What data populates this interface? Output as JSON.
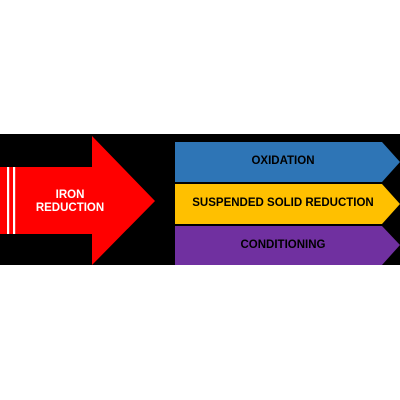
{
  "main_process": {
    "line1": "IRON",
    "line2": "REDUCTION",
    "color": "#ff0000",
    "icon": "right-arrow-icon"
  },
  "steps": [
    {
      "label": "OXIDATION",
      "color": "#2e75b6"
    },
    {
      "label": "SUSPENDED SOLID REDUCTION",
      "color": "#ffc000"
    },
    {
      "label": "CONDITIONING",
      "color": "#7030a0"
    }
  ],
  "colors": {
    "band": "#000000",
    "background": "#ffffff"
  }
}
